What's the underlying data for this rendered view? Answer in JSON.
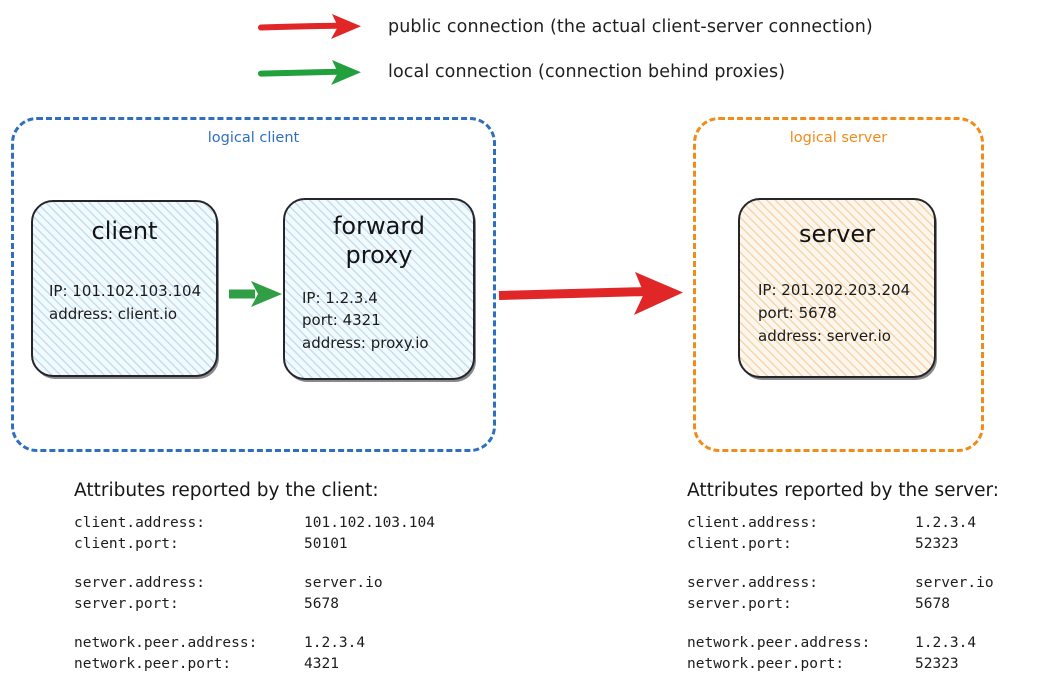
{
  "legend": {
    "items": [
      {
        "icon": "red-arrow-icon",
        "color": "#e02626",
        "label": "public connection (the actual client-server connection)"
      },
      {
        "icon": "green-arrow-icon",
        "color": "#23a03e",
        "label": "local connection (connection behind proxies)"
      }
    ]
  },
  "groups": {
    "client": {
      "label": "logical client",
      "color": "#2f6fc0"
    },
    "server": {
      "label": "logical server",
      "color": "#f08c1a"
    }
  },
  "nodes": {
    "client": {
      "title": "client",
      "props": [
        "IP: 101.102.103.104",
        "address: client.io"
      ],
      "fill": "#f3fafe",
      "hatch": "#78b4e1"
    },
    "proxy": {
      "title": "forward\nproxy",
      "title_line1": "forward",
      "title_line2": "proxy",
      "props": [
        "IP: 1.2.3.4",
        "port: 4321",
        "address: proxy.io"
      ],
      "fill": "#f3fafe",
      "hatch": "#78b4e1"
    },
    "server": {
      "title": "server",
      "props": [
        "IP: 201.202.203.204",
        "port: 5678",
        "address: server.io"
      ],
      "fill": "#fdf6ec",
      "hatch": "#e8a858"
    }
  },
  "arrows": {
    "client_to_proxy": {
      "type": "local-connection",
      "color": "#23a03e"
    },
    "proxy_to_server": {
      "type": "public-connection",
      "color": "#e02626"
    }
  },
  "attributes_client": {
    "heading": "Attributes reported by the client:",
    "rows": [
      {
        "key": "client.address:",
        "value": "101.102.103.104"
      },
      {
        "key": "client.port:",
        "value": "50101"
      },
      {
        "key": "",
        "value": ""
      },
      {
        "key": "server.address:",
        "value": "server.io"
      },
      {
        "key": "server.port:",
        "value": "5678"
      },
      {
        "key": "",
        "value": ""
      },
      {
        "key": "network.peer.address:",
        "value": "1.2.3.4"
      },
      {
        "key": "network.peer.port:",
        "value": "4321"
      }
    ]
  },
  "attributes_server": {
    "heading": "Attributes reported by the server:",
    "rows": [
      {
        "key": "client.address:",
        "value": "1.2.3.4"
      },
      {
        "key": "client.port:",
        "value": "52323"
      },
      {
        "key": "",
        "value": ""
      },
      {
        "key": "server.address:",
        "value": "server.io"
      },
      {
        "key": "server.port:",
        "value": "5678"
      },
      {
        "key": "",
        "value": ""
      },
      {
        "key": "network.peer.address:",
        "value": "1.2.3.4"
      },
      {
        "key": "network.peer.port:",
        "value": "52323"
      }
    ]
  }
}
